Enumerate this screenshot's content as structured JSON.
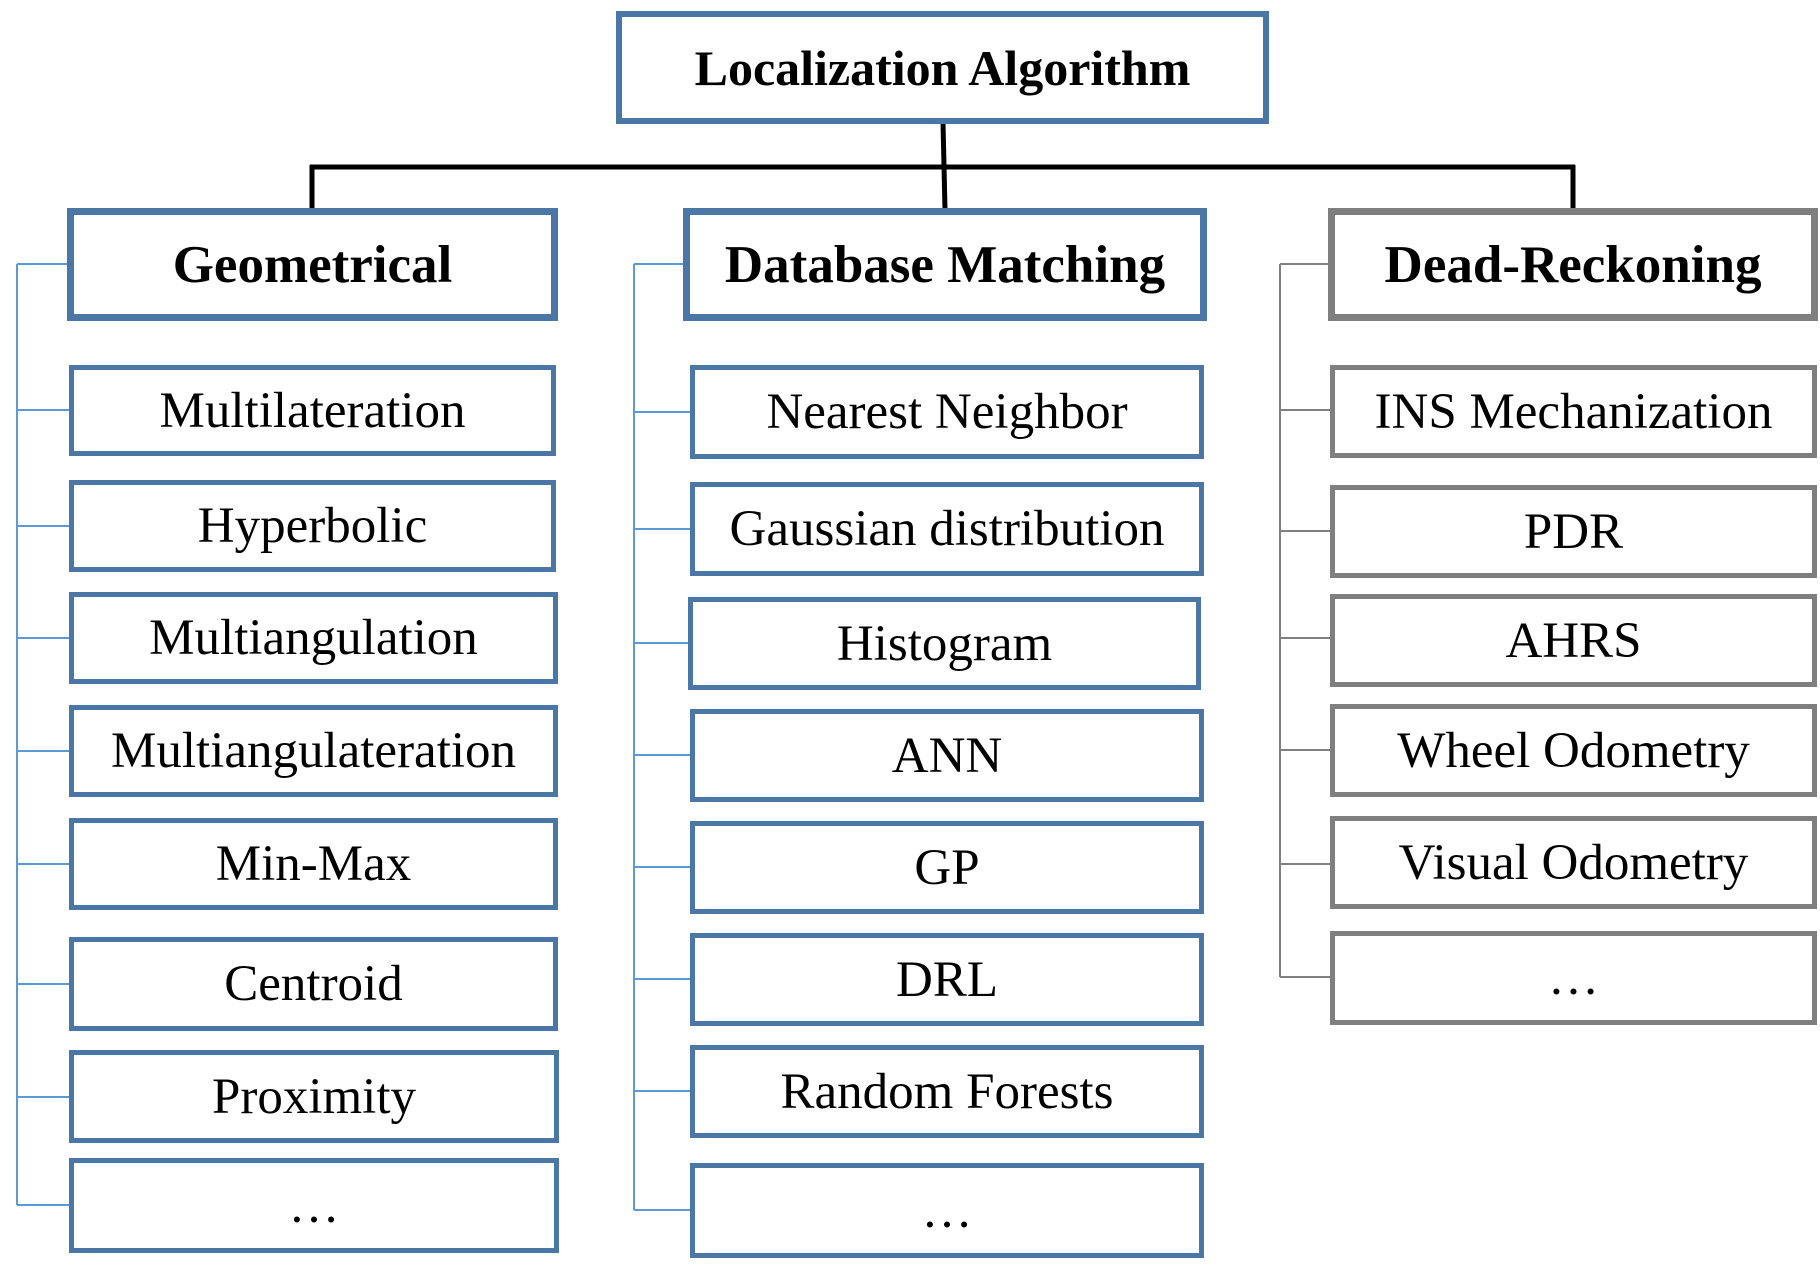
{
  "root": {
    "label": "Localization Algorithm"
  },
  "colors": {
    "blue_border": "#4a77a6",
    "gray_border": "#7f7f7f",
    "connector": "#000000",
    "blue_branch": "#5b9bd5",
    "gray_branch": "#808080"
  },
  "categories": [
    {
      "label": "Geometrical",
      "items": [
        "Multilateration",
        "Hyperbolic",
        "Multiangulation",
        "Multiangulateration",
        "Min-Max",
        "Centroid",
        "Proximity",
        "…"
      ]
    },
    {
      "label": "Database Matching",
      "items": [
        "Nearest Neighbor",
        "Gaussian distribution",
        "Histogram",
        "ANN",
        "GP",
        "DRL",
        "Random Forests",
        "…"
      ]
    },
    {
      "label": "Dead-Reckoning",
      "items": [
        "INS Mechanization",
        "PDR",
        "AHRS",
        "Wheel Odometry",
        "Visual Odometry",
        "…"
      ]
    }
  ]
}
